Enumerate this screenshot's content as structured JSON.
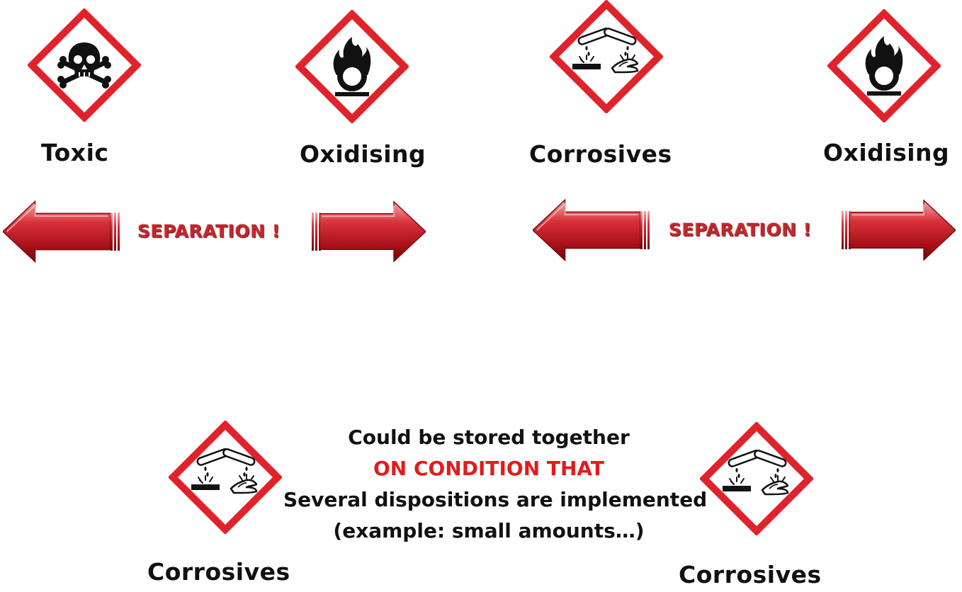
{
  "pictograms": {
    "toxic": {
      "label": "Toxic",
      "icon": "skull-crossbones-icon"
    },
    "oxidising_1": {
      "label": "Oxidising",
      "icon": "flame-over-circle-icon"
    },
    "corrosives_1": {
      "label": "Corrosives",
      "icon": "corrosion-icon"
    },
    "oxidising_2": {
      "label": "Oxidising",
      "icon": "flame-over-circle-icon"
    },
    "corrosives_2": {
      "label": "Corrosives",
      "icon": "corrosion-icon"
    },
    "corrosives_3": {
      "label": "Corrosives",
      "icon": "corrosion-icon"
    }
  },
  "separation": {
    "left_label": "SEPARATION !",
    "right_label": "SEPARATION !"
  },
  "condition": {
    "line1": "Could be stored together",
    "line2": "ON CONDITION THAT",
    "line3": "Several dispositions are implemented",
    "line4": "(example: small amounts…)"
  },
  "colors": {
    "ghs_red": "#e0232b",
    "arrow_red": "#c41e26",
    "condition_red": "#e21c1c"
  }
}
